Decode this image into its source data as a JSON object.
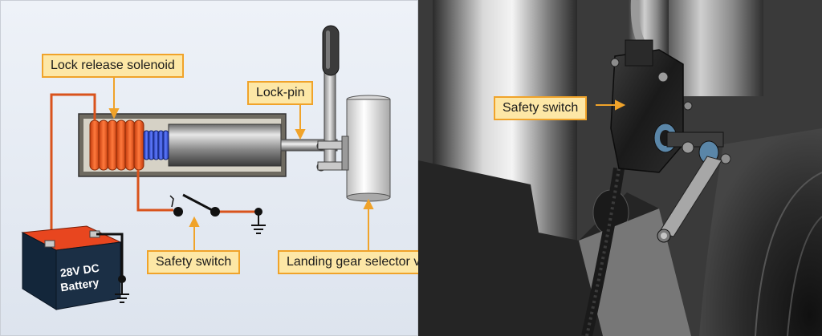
{
  "labels": {
    "lock_release_solenoid": "Lock release solenoid",
    "lock_pin": "Lock-pin",
    "safety_switch_diagram": "Safety switch",
    "landing_gear_selector_valve": "Landing gear selector valve",
    "safety_switch_photo": "Safety switch",
    "battery_line1": "28V DC",
    "battery_line2": "Battery"
  },
  "colors": {
    "callout_fill": "#fde7a6",
    "callout_border": "#f0a32a",
    "solenoid_coil": "#f25a1d",
    "spring_coil": "#2e4fd6",
    "wire": "#d9531c",
    "battery_top": "#e8461f",
    "battery_body": "#1b2f45"
  }
}
